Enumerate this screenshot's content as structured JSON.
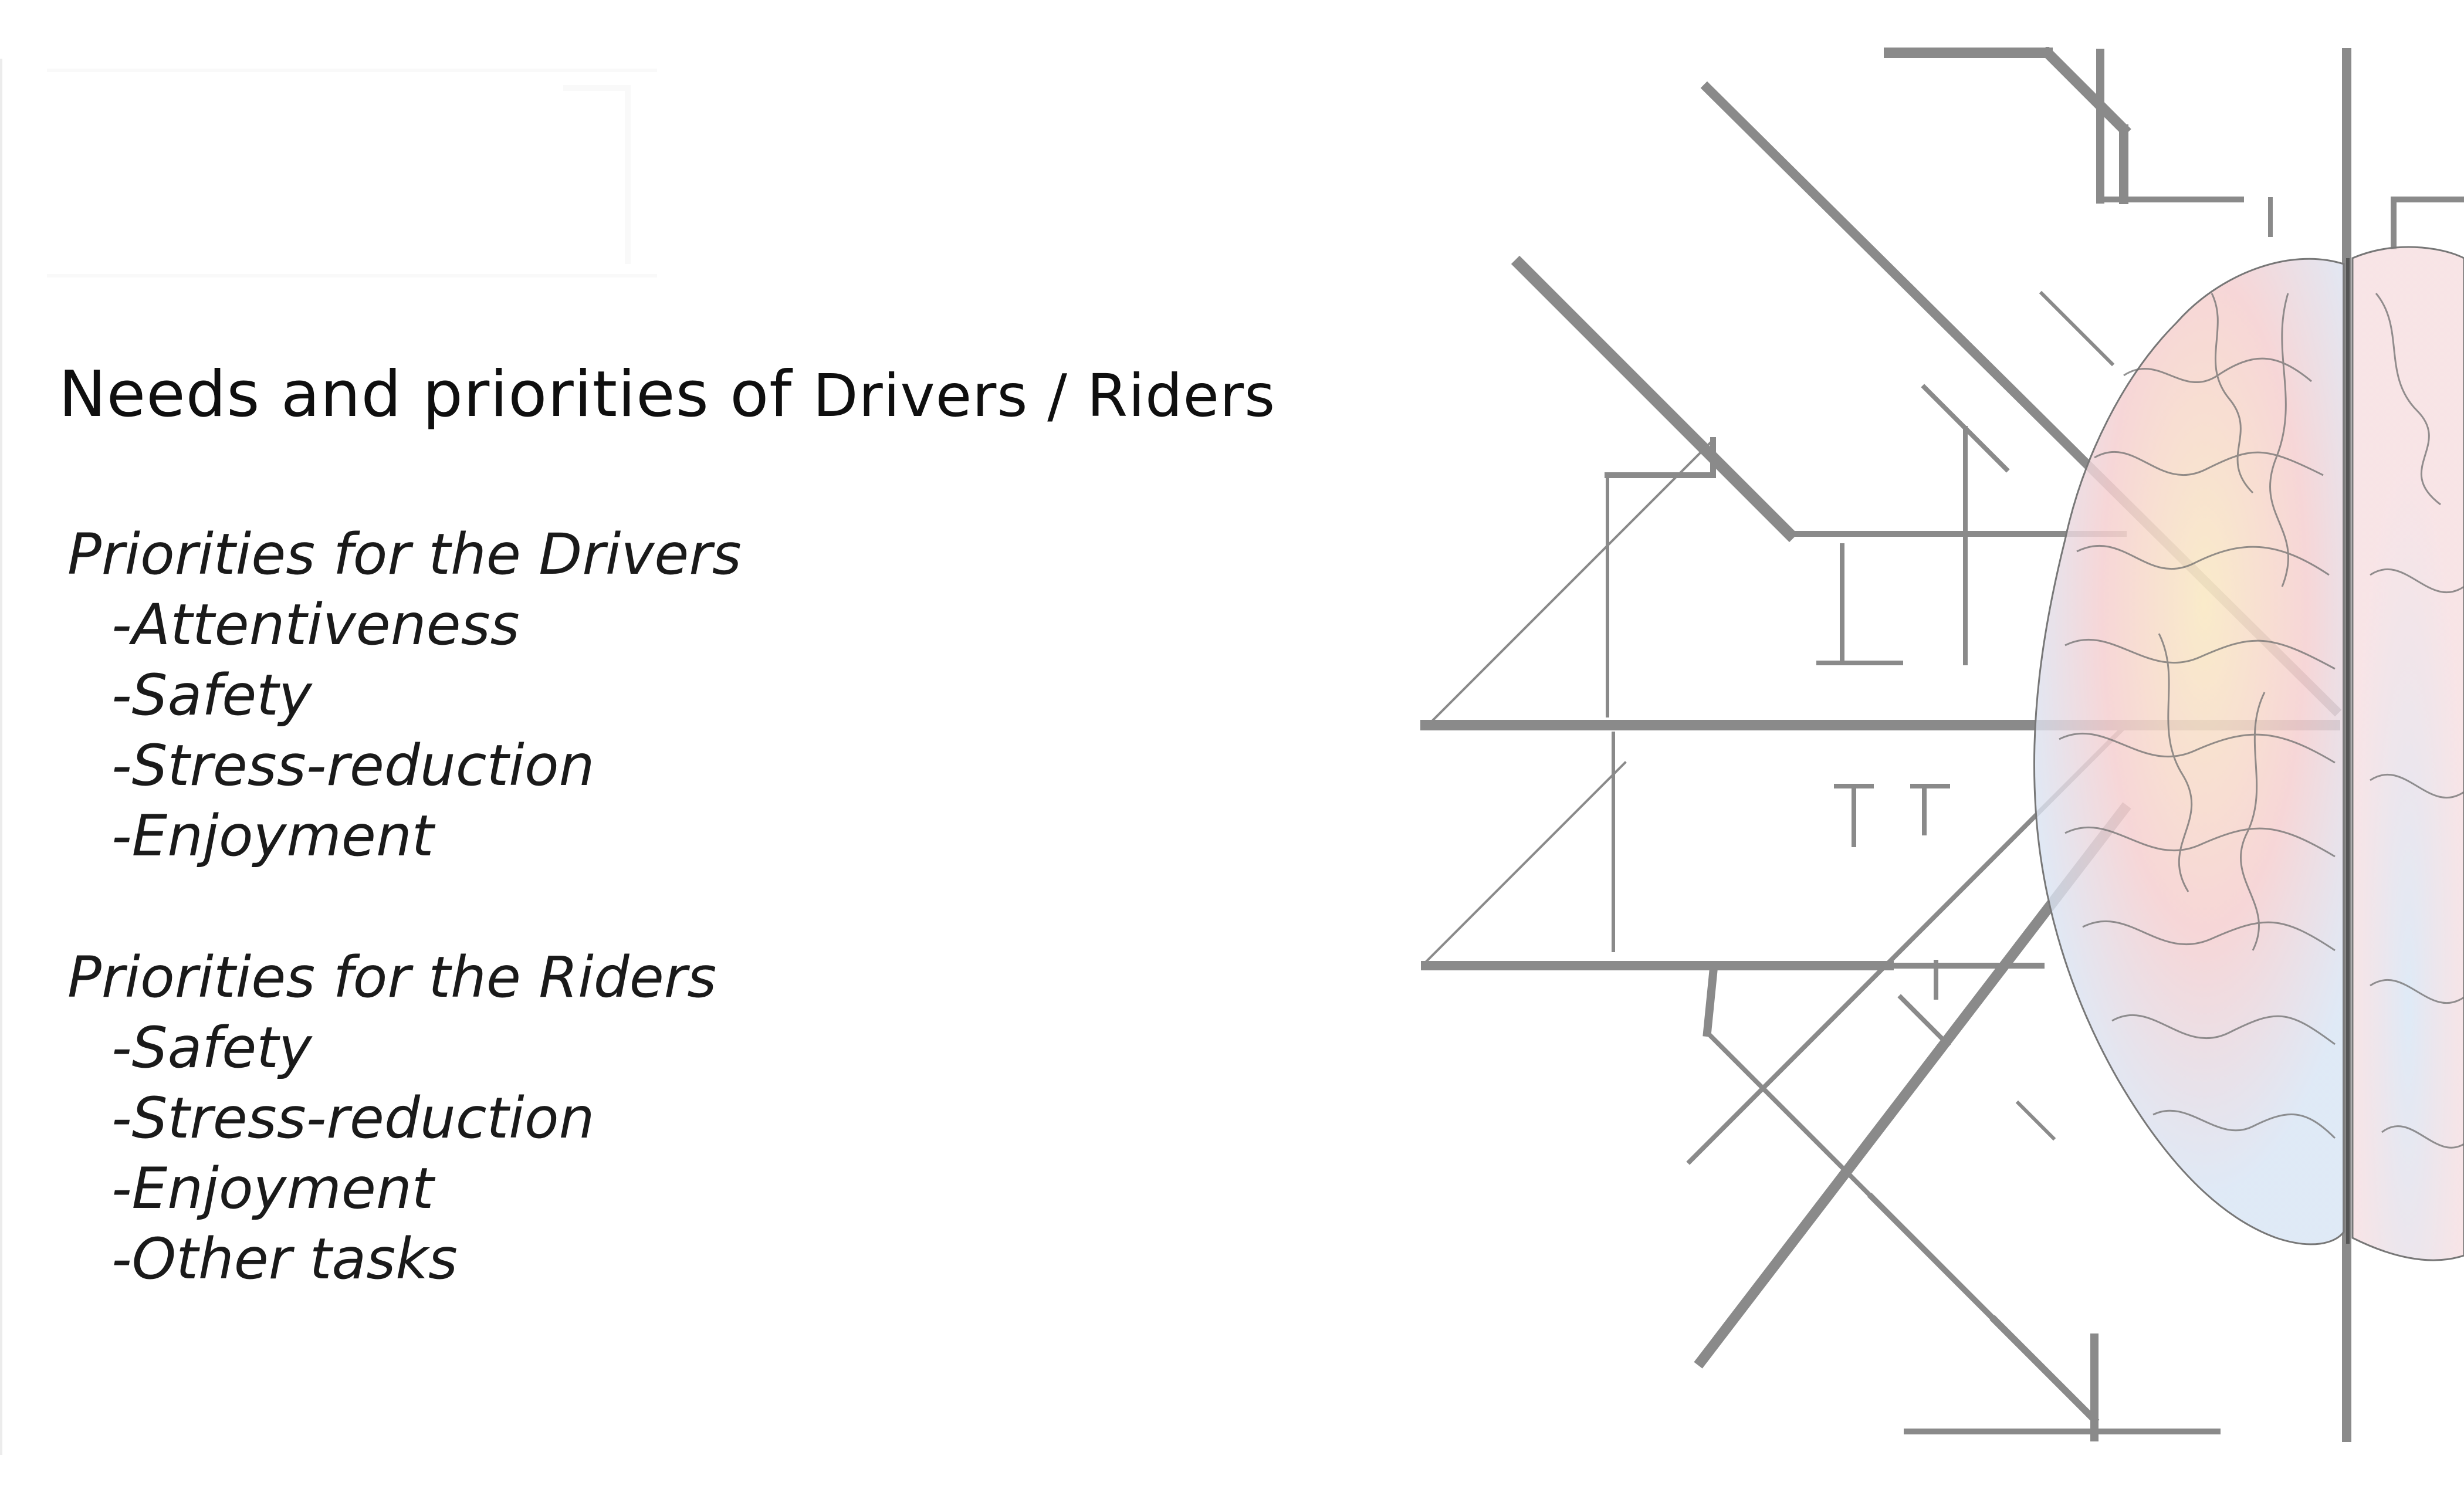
{
  "title": {
    "main": "Needs and priorities of",
    "tail": "Drivers / Riders"
  },
  "drivers": {
    "heading": "Priorities for the Drivers",
    "items": [
      "-Attentiveness",
      "-Safety",
      "-Stress-reduction",
      "-Enjoyment"
    ]
  },
  "riders": {
    "heading": "Priorities for the Riders",
    "items": [
      "-Safety",
      "-Stress-reduction",
      "-Enjoyment",
      "-Other tasks"
    ]
  },
  "artwork": {
    "name": "brain-over-floorplan-illustration",
    "line_color": "#8a8a8a",
    "brain_colors": [
      "#f6c9c9",
      "#f8f1c8",
      "#cfe0f3"
    ]
  }
}
